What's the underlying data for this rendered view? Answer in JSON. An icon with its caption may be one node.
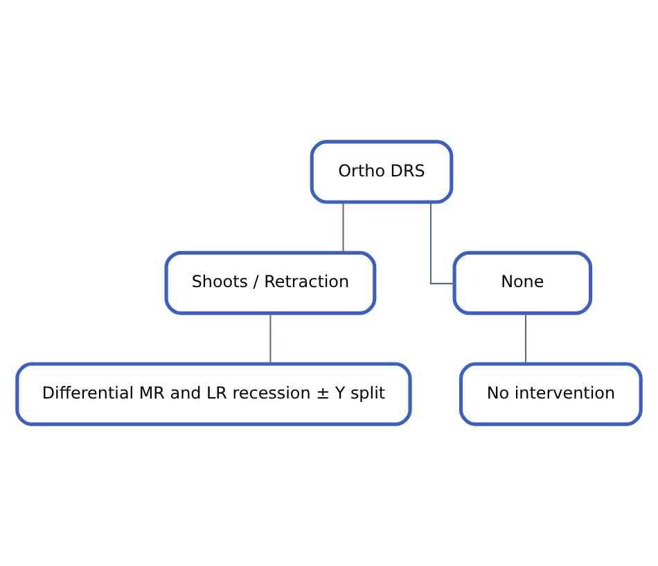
{
  "diagram": {
    "nodes": [
      {
        "text": [
          "Ortho DRS"
        ]
      },
      {
        "text": [
          "Shoots / Retraction"
        ]
      },
      {
        "text": [
          "None"
        ]
      },
      {
        "text": [
          "Differential MR and LR recession ± Y split"
        ]
      },
      {
        "text": [
          "No intervention"
        ]
      }
    ],
    "edges": [
      {
        "from": 0,
        "to": 1,
        "arrow": "none"
      },
      {
        "from": 0,
        "to": 2,
        "arrow": "none"
      },
      {
        "from": 1,
        "to": 3,
        "arrow": "none"
      },
      {
        "from": 2,
        "to": 4,
        "arrow": "none"
      }
    ]
  }
}
